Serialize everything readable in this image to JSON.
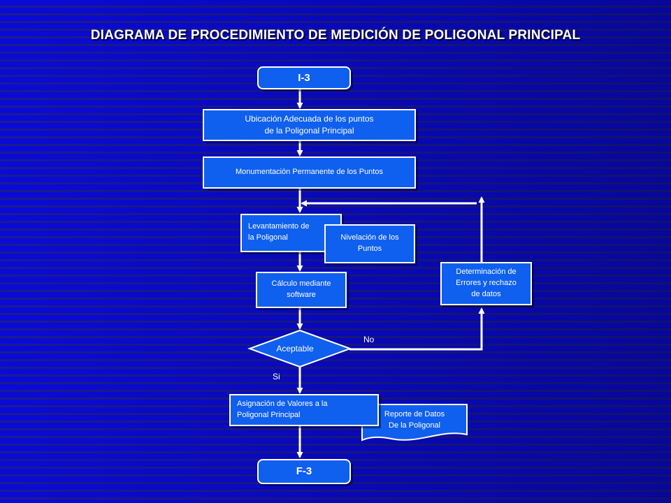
{
  "title": "DIAGRAMA DE PROCEDIMIENTO DE MEDICIÓN DE POLIGONAL PRINCIPAL",
  "nodes": {
    "start": "I-3",
    "ubicacion": [
      "Ubicación Adecuada de los puntos",
      "de la Poligonal Principal"
    ],
    "monumentacion": "Monumentación Permanente  de los Puntos",
    "levantamiento": [
      "Levantamiento de",
      "la Poligonal"
    ],
    "nivelacion": [
      "Nivelación de los",
      "Puntos"
    ],
    "calculo": [
      "Cálculo mediante",
      "software"
    ],
    "decision": "Aceptable",
    "determinacion": [
      "Determinación de",
      "Errores y rechazo",
      "de datos"
    ],
    "asignacion": [
      "Asignación de Valores a la",
      "Poligonal Principal"
    ],
    "reporte": [
      "Reporte de Datos",
      "De la Poligonal"
    ],
    "end": "F-3"
  },
  "edge_labels": {
    "yes": "Si",
    "no": "No"
  },
  "colors": {
    "node_fill": "#1060f0",
    "node_border": "#ffffff",
    "connector": "#ffffff",
    "background": "#0000cc"
  }
}
